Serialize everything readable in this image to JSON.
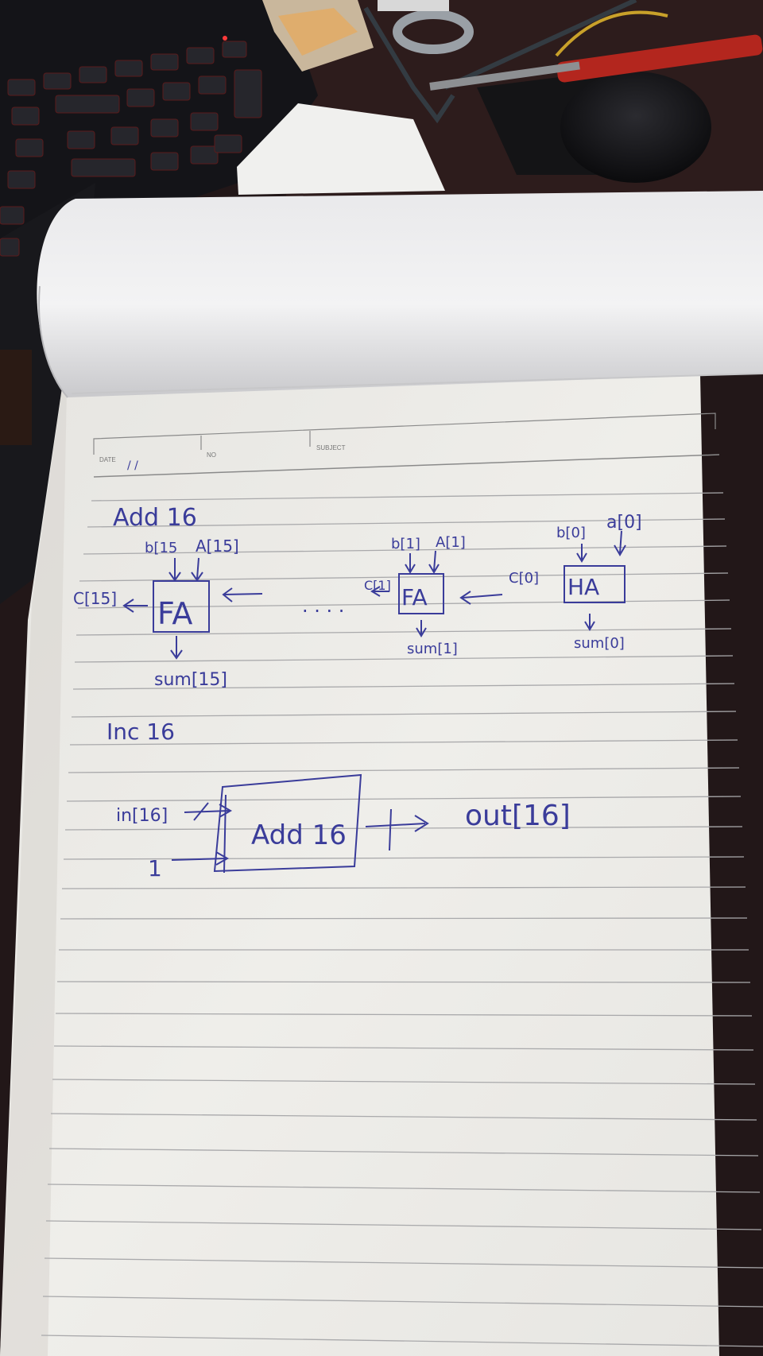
{
  "header": {
    "date_label": "DATE",
    "no_label": "NO",
    "subject_label": "SUBJECT",
    "date_value": "/ /"
  },
  "notes": {
    "add16": {
      "title": "Add 16",
      "b15": "b[15",
      "a15": "A[15]",
      "c15": "C[15]",
      "fa_left": "FA",
      "sum15": "sum[15]",
      "dots": ". . . .",
      "b1": "b[1]",
      "a1": "A[1]",
      "c1": "C[1]",
      "fa_mid": "FA",
      "sum1": "sum[1]",
      "c0": "C[0]",
      "b0": "b[0]",
      "a0": "a[0]",
      "ha": "HA",
      "sum0": "sum[0]"
    },
    "inc16": {
      "title": "Inc 16",
      "in16": "in[16]",
      "one": "1",
      "add16_box": "Add 16",
      "out16": "out[16]"
    }
  },
  "colors": {
    "ink": "#3a3c9a",
    "paper": "#efeeea",
    "desk": "#2a1d1d",
    "keyboard": "#17171b",
    "key_backlight": "#c02222"
  }
}
